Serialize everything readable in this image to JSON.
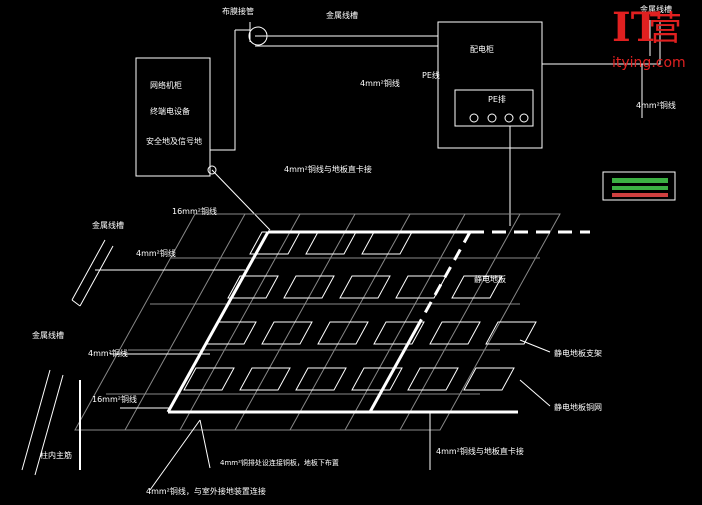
{
  "labels": {
    "pipe_top_left": "布膜接管",
    "metal_conduit": "金属线槽",
    "metal_conduit_right": "金属线槽",
    "equipment_line1": "网络机柜",
    "equipment_line2": "终端电设备",
    "equipment_line3": "安全地及信号地",
    "panel_title": "配电柜",
    "pe_bus": "PE线",
    "pe_bar": "PE排",
    "wire_4mm": "4mm²铜线",
    "wire_4mm_floor": "4mm²铜线与地板直卡接",
    "wire_16mm_a": "16mm²铜线",
    "metal_trough_left": "金属线槽",
    "wire_4mm_left": "4mm²铜线",
    "wire_16mm_b": "16mm²铜线",
    "metal_trough_left2": "金属线槽",
    "wire_4mm_mid": "4mm²铜线",
    "wire_4mm_right_panel": "4mm²铜线",
    "antistatic_floor": "静电地板",
    "floor_support": "静电地板支架",
    "floor_grid": "静电地板铜网",
    "wire_4mm_bottom": "4mm²铜线与地板直卡接",
    "bottom_note1": "4mm²铜排处设连接铜板，地板下布置",
    "bottom_note2": "4mm²铜线，与室外接地装置连接",
    "main_pipe": "柱内主筋"
  },
  "logo": {
    "mark": "IT",
    "glyph": "营",
    "url": "itying.com"
  },
  "colors": {
    "background": "#000000",
    "line": "#ffffff",
    "accent": "#e02020",
    "legend_green": "#3cb043",
    "legend_red": "#d04040"
  }
}
